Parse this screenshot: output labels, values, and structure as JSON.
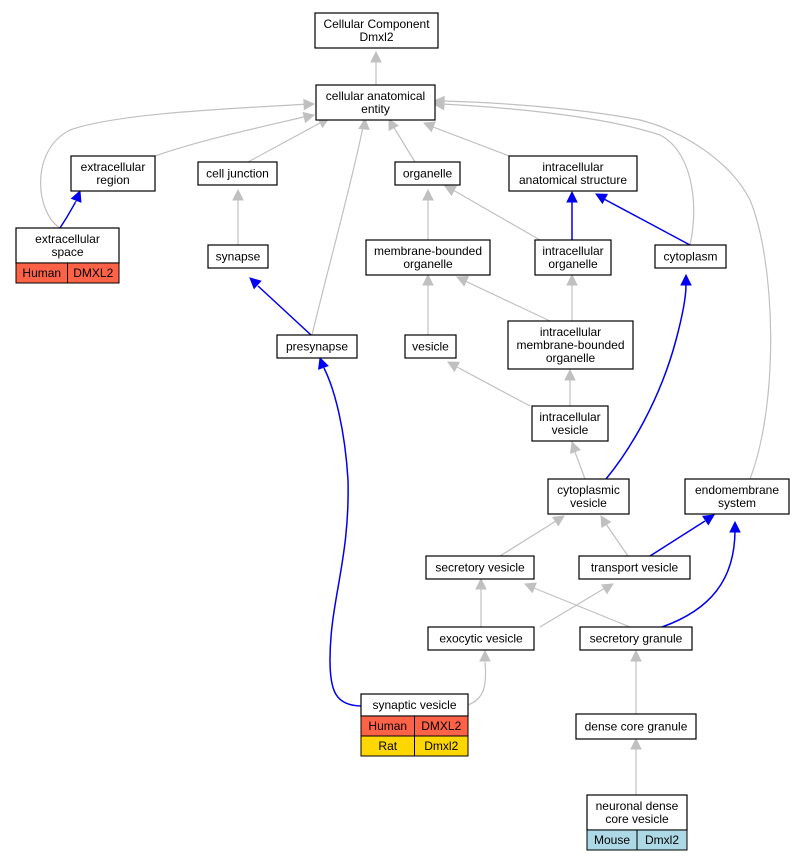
{
  "colors": {
    "human": "#ff6347",
    "rat": "#ffd700",
    "mouse": "#add8e6",
    "is_a_edge": "#c0c0c0",
    "part_of_edge": "#0000ee"
  },
  "nodes": {
    "root": [
      "Cellular Component",
      "Dmxl2"
    ],
    "cae": [
      "cellular anatomical",
      "entity"
    ],
    "extracellular_region": [
      "extracellular",
      "region"
    ],
    "cell_junction": [
      "cell junction"
    ],
    "organelle": [
      "organelle"
    ],
    "ias": [
      "intracellular",
      "anatomical structure"
    ],
    "extracellular_space": [
      "extracellular",
      "space"
    ],
    "synapse": [
      "synapse"
    ],
    "mbo": [
      "membrane-bounded",
      "organelle"
    ],
    "intracellular_organelle": [
      "intracellular",
      "organelle"
    ],
    "cytoplasm": [
      "cytoplasm"
    ],
    "presynapse": [
      "presynapse"
    ],
    "vesicle": [
      "vesicle"
    ],
    "imbo": [
      "intracellular",
      "membrane-bounded",
      "organelle"
    ],
    "intracellular_vesicle": [
      "intracellular",
      "vesicle"
    ],
    "cytoplasmic_vesicle": [
      "cytoplasmic",
      "vesicle"
    ],
    "endomembrane": [
      "endomembrane",
      "system"
    ],
    "secretory_vesicle": [
      "secretory vesicle"
    ],
    "transport_vesicle": [
      "transport vesicle"
    ],
    "exocytic_vesicle": [
      "exocytic vesicle"
    ],
    "secretory_granule": [
      "secretory granule"
    ],
    "synaptic_vesicle": [
      "synaptic vesicle"
    ],
    "dense_core_granule": [
      "dense core granule"
    ],
    "neuronal_dcv": [
      "neuronal dense",
      "core vesicle"
    ]
  },
  "annotations": {
    "extracellular_space": [
      {
        "species": "Human",
        "gene": "DMXL2",
        "color": "#ff6347"
      }
    ],
    "synaptic_vesicle": [
      {
        "species": "Human",
        "gene": "DMXL2",
        "color": "#ff6347"
      },
      {
        "species": "Rat",
        "gene": "Dmxl2",
        "color": "#ffd700"
      }
    ],
    "neuronal_dcv": [
      {
        "species": "Mouse",
        "gene": "Dmxl2",
        "color": "#add8e6"
      }
    ]
  }
}
